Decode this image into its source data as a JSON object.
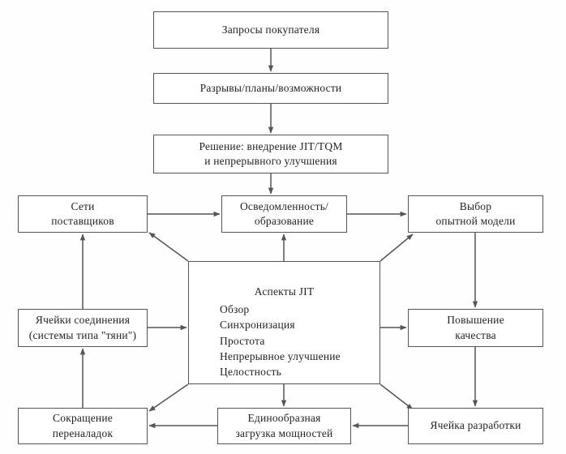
{
  "diagram": {
    "title": "JIT/TQM implementation flow",
    "stroke_color": "#555555",
    "background_color": "#fefefe",
    "nodes": {
      "customer_requests": {
        "lines": [
          "Запросы покупателя"
        ]
      },
      "gaps_plans": {
        "lines": [
          "Разрывы/планы/возможности"
        ]
      },
      "decision": {
        "lines": [
          "Решение: внедрение JIT/TQM",
          "и непрерывного улучшения"
        ]
      },
      "supplier_networks": {
        "lines": [
          "Сети",
          "поставщиков"
        ]
      },
      "awareness": {
        "lines": [
          "Осведомленность/",
          "образование"
        ]
      },
      "pilot_model": {
        "lines": [
          "Выбор",
          "опытной модели"
        ]
      },
      "connection_cells": {
        "lines": [
          "Ячейки соединения",
          "(системы типа \"тяни\")"
        ]
      },
      "quality_improvement": {
        "lines": [
          "Повышение",
          "качества"
        ]
      },
      "setup_reduction": {
        "lines": [
          "Сокращение",
          "переналадок"
        ]
      },
      "uniform_load": {
        "lines": [
          "Единообразная",
          "загрузка мощностей"
        ]
      },
      "development_cell": {
        "lines": [
          "Ячейка разработки"
        ]
      },
      "jit_aspects": {
        "title": "Аспекты JIT",
        "items": [
          "Обзор",
          "Синхронизация",
          "Простота",
          "Непрерывное улучшение",
          "Целостность"
        ]
      }
    },
    "edges": [
      {
        "from": "customer_requests",
        "to": "gaps_plans",
        "kind": "vertical-arrow-down"
      },
      {
        "from": "gaps_plans",
        "to": "decision",
        "kind": "vertical-arrow-down"
      },
      {
        "from": "decision",
        "to": "awareness",
        "kind": "vertical-arrow-down"
      },
      {
        "from": "supplier_networks",
        "to": "awareness",
        "kind": "horizontal-arrow-right"
      },
      {
        "from": "awareness",
        "to": "pilot_model",
        "kind": "horizontal-arrow-right"
      },
      {
        "from": "jit_aspects",
        "to": "supplier_networks",
        "kind": "diagonal-arrow-up-left"
      },
      {
        "from": "jit_aspects",
        "to": "pilot_model",
        "kind": "diagonal-arrow-up-right"
      },
      {
        "from": "jit_aspects",
        "to": "awareness",
        "kind": "vertical-arrow-up"
      },
      {
        "from": "connection_cells",
        "to": "jit_aspects",
        "kind": "horizontal-arrow-right"
      },
      {
        "from": "jit_aspects",
        "to": "quality_improvement",
        "kind": "horizontal-arrow-right"
      },
      {
        "from": "jit_aspects",
        "to": "setup_reduction",
        "kind": "diagonal-arrow-down-left"
      },
      {
        "from": "jit_aspects",
        "to": "development_cell",
        "kind": "diagonal-arrow-down-right"
      },
      {
        "from": "jit_aspects",
        "to": "uniform_load",
        "kind": "vertical-arrow-down"
      },
      {
        "from": "setup_reduction",
        "to": "connection_cells",
        "kind": "vertical-arrow-up-left-rail"
      },
      {
        "from": "uniform_load",
        "to": "setup_reduction",
        "kind": "horizontal-arrow-left"
      },
      {
        "from": "development_cell",
        "to": "uniform_load",
        "kind": "horizontal-arrow-left"
      },
      {
        "from": "pilot_model",
        "to": "quality_improvement",
        "kind": "vertical-arrow-down-right-rail"
      },
      {
        "from": "quality_improvement",
        "to": "development_cell",
        "kind": "vertical-arrow-down-right-rail"
      }
    ]
  }
}
